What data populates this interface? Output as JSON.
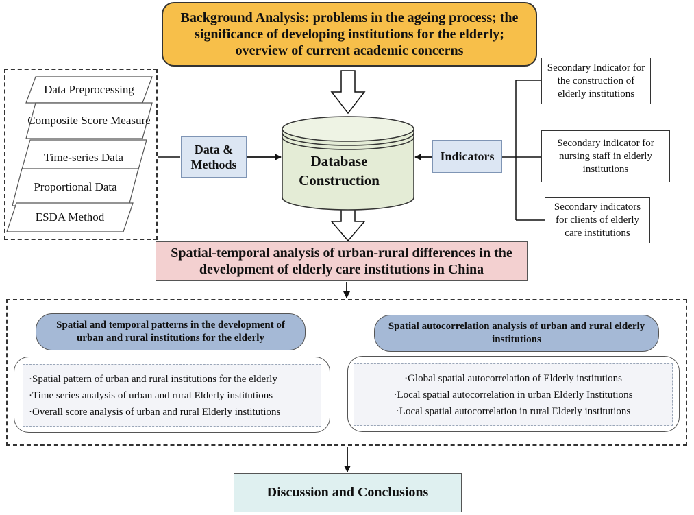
{
  "background": {
    "text": "Background Analysis: problems in the ageing process; the significance of developing institutions for the elderly; overview of current academic concerns"
  },
  "methods_list": [
    "Data Preprocessing",
    "Composite Score Measure",
    "Time-series Data",
    "Proportional Data",
    "ESDA Method"
  ],
  "data_methods_label": "Data & Methods",
  "database_label": "Database Construction",
  "indicators_label": "Indicators",
  "indicators_list": [
    "Secondary Indicator for the construction of elderly institutions",
    "Secondary indicator for nursing staff in elderly institutions",
    "Secondary indicators for clients of elderly care institutions"
  ],
  "analysis_title": "Spatial-temporal analysis of urban-rural differences in the development of elderly care institutions in China",
  "left_panel": {
    "title": "Spatial and temporal patterns in the development of urban and rural institutions for the elderly",
    "items": [
      "·Spatial pattern of urban and rural institutions for the elderly",
      "·Time series analysis of  urban and rural Elderly institutions",
      "·Overall score analysis of urban and rural Elderly institutions"
    ]
  },
  "right_panel": {
    "title": "Spatial autocorrelation analysis of urban and rural elderly institutions",
    "items": [
      "·Global spatial autocorrelation of Elderly institutions",
      "·Local spatial autocorrelation in urban Elderly Institutions",
      "·Local spatial autocorrelation in rural Elderly institutions"
    ]
  },
  "conclusion": "Discussion and Conclusions",
  "colors": {
    "background_box": "#f7bf4a",
    "method_label": "#dce6f3",
    "database": "#e4ecd6",
    "analysis_box": "#f3d0d0",
    "panel_title": "#a5b9d6",
    "conclusion_box": "#dff0f0"
  }
}
